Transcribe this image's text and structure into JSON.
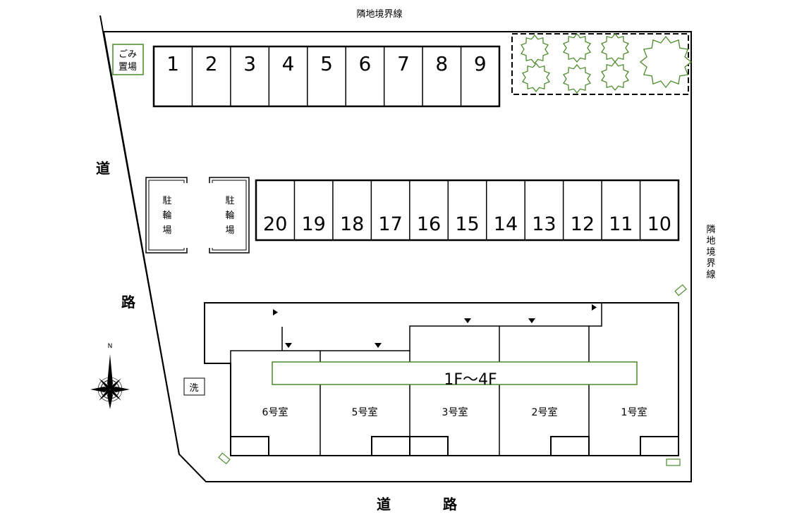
{
  "labels": {
    "boundary_top": "隣地境界線",
    "boundary_right": "隣地境界線",
    "road_left_1": "道",
    "road_left_2": "路",
    "road_bottom_1": "道",
    "road_bottom_2": "路",
    "garbage": "ごみ置場",
    "bike_parking": "駐輪場",
    "laundry": "洗",
    "floors": "1F〜4F",
    "compass_n": "N"
  },
  "parking_top": [
    "1",
    "2",
    "3",
    "4",
    "5",
    "6",
    "7",
    "8",
    "9"
  ],
  "parking_middle": [
    "20",
    "19",
    "18",
    "17",
    "16",
    "15",
    "14",
    "13",
    "12",
    "11",
    "10"
  ],
  "rooms": [
    "6号室",
    "5号室",
    "3号室",
    "2号室",
    "1号室"
  ],
  "colors": {
    "line": "#000000",
    "tree": "#4a8a2a",
    "garbage_box": "#4a8a2a",
    "floor_band": "#4a8a2a"
  }
}
